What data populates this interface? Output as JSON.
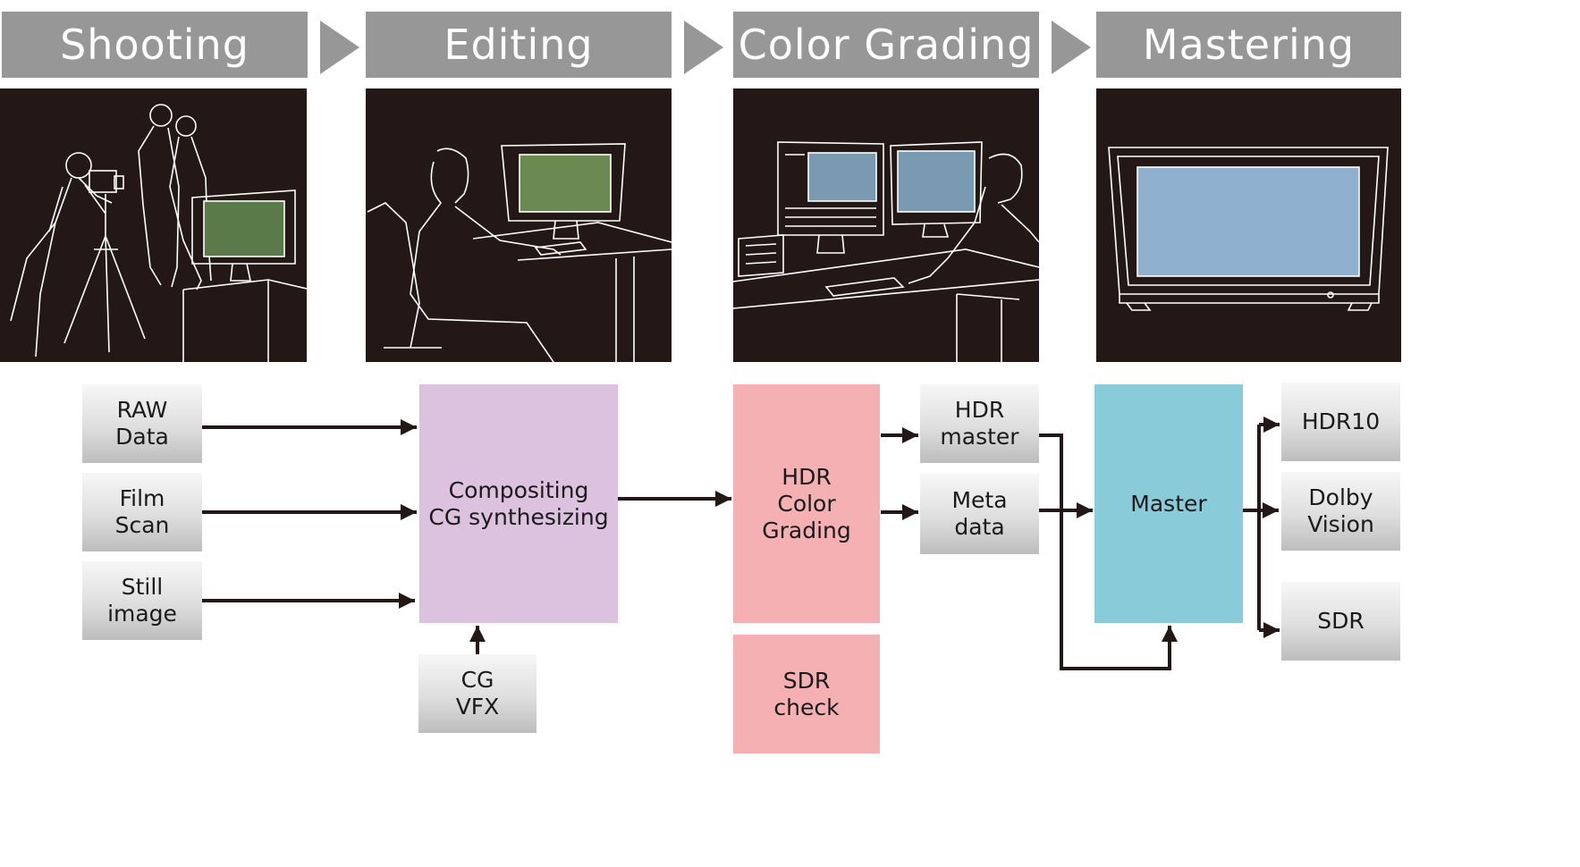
{
  "stages": [
    {
      "label": "Shooting"
    },
    {
      "label": "Editing"
    },
    {
      "label": "Color Grading"
    },
    {
      "label": "Mastering"
    }
  ],
  "nodes": {
    "raw_data": [
      "RAW",
      "Data"
    ],
    "film_scan": [
      "Film",
      "Scan"
    ],
    "still_image": [
      "Still",
      "image"
    ],
    "compositing": [
      "Compositing",
      "CG synthesizing"
    ],
    "cg_vfx": [
      "CG",
      "VFX"
    ],
    "hdr_color_grading": [
      "HDR",
      "Color",
      "Grading"
    ],
    "sdr_check": [
      "SDR",
      "check"
    ],
    "hdr_master": [
      "HDR",
      "master"
    ],
    "meta_data": [
      "Meta",
      "data"
    ],
    "master": [
      "Master"
    ],
    "hdr10": [
      "HDR10"
    ],
    "dolby_vision": [
      "Dolby",
      "Vision"
    ],
    "sdr": [
      "SDR"
    ]
  },
  "colors": {
    "header": "#979797",
    "panel": "#231815",
    "gray_box": "#dedede",
    "compositing": "#dcc2de",
    "grading": "#f4b0b3",
    "master": "#89cbd9",
    "arrow": "#231815"
  }
}
